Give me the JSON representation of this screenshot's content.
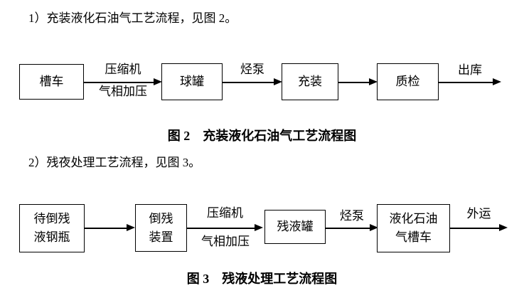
{
  "document": {
    "paragraph_1": "1）充装液化石油气工艺流程，见图 2。",
    "paragraph_2": "2）残夜处理工艺流程，见图 3。"
  },
  "figure2": {
    "caption": "图 2　充装液化石油气工艺流程图",
    "nodes": {
      "tank_truck": "槽车",
      "spherical_tank": "球罐",
      "filling": "充装",
      "quality_check": "质检"
    },
    "edge_labels": {
      "compressor": "压缩机",
      "gas_phase_pressurization": "气相加压",
      "hydrocarbon_pump": "烃泵",
      "outbound": "出库"
    }
  },
  "figure3": {
    "caption": "图 3　残液处理工艺流程图",
    "nodes": {
      "cylinders_awaiting_draining": "待倒残\n液钢瓶",
      "draining_device": "倒残\n装置",
      "residual_liquid_tank": "残液罐",
      "lpg_tank_truck": "液化石油\n气槽车"
    },
    "edge_labels": {
      "compressor": "压缩机",
      "gas_phase_pressurization": "气相加压",
      "hydrocarbon_pump": "烃泵",
      "outbound_transport": "外运"
    }
  },
  "colors": {
    "background": "#ffffff",
    "line": "#000000",
    "text": "#000000"
  }
}
